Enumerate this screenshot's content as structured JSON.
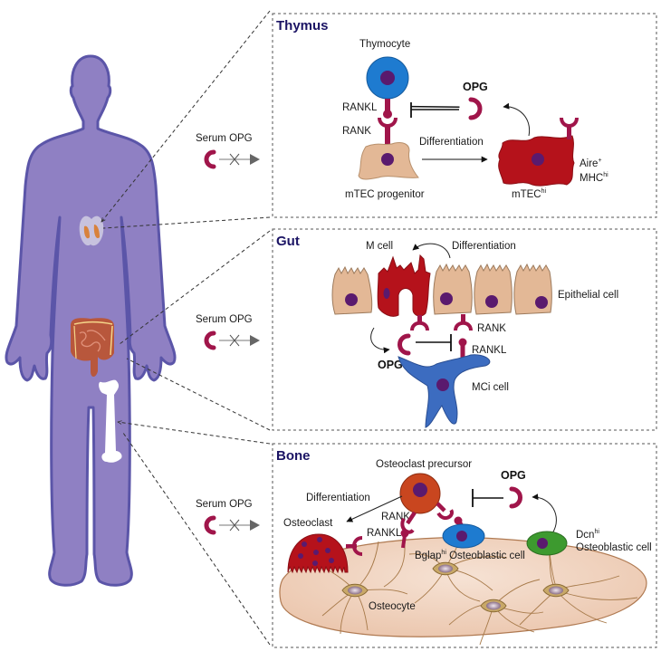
{
  "colors": {
    "body": "#8f80c3",
    "body_outline": "#5b55a8",
    "receptor": "#a0154a",
    "nucleus": "#5a1a6e",
    "epithelial": "#e3b896",
    "mtec_hi": "#b5121b",
    "thymocyte": "#1e7bd0",
    "mci_cell": "#3c6cc0",
    "osteoclast_precursor": "#c9461f",
    "bglap_cell": "#1e7bd0",
    "dcn_cell": "#3d9a2f",
    "bone_matrix": "#f0d3c0",
    "osteocyte_body": "#c8a868",
    "panel_title": "#1b1464"
  },
  "serum": [
    {
      "label": "Serum OPG",
      "blocked": true
    },
    {
      "label": "Serum OPG",
      "blocked": true
    },
    {
      "label": "Serum OPG",
      "blocked": true
    }
  ],
  "panels": {
    "thymus": {
      "title": "Thymus",
      "labels": {
        "thymocyte": "Thymocyte",
        "rankl": "RANKL",
        "rank": "RANK",
        "opg": "OPG",
        "differentiation": "Differentiation",
        "mtec_progenitor": "mTEC progenitor",
        "mtec_hi_base": "mTEC",
        "mtec_hi_sup": "hi",
        "aire_base": "Aire",
        "aire_sup": "+",
        "mhc_base": "MHC",
        "mhc_sup": "hi"
      }
    },
    "gut": {
      "title": "Gut",
      "labels": {
        "m_cell": "M cell",
        "differentiation": "Differentiation",
        "epithelial_cell": "Epithelial cell",
        "rank": "RANK",
        "rankl": "RANKL",
        "opg": "OPG",
        "mci_cell": "MCi cell"
      }
    },
    "bone": {
      "title": "Bone",
      "labels": {
        "osteoclast_precursor": "Osteoclast precursor",
        "opg": "OPG",
        "differentiation": "Differentiation",
        "osteoclast": "Osteoclast",
        "rank": "RANK",
        "rankl": "RANKL",
        "bglap_base": "Bglap",
        "bglap_sup": "hi",
        "bglap_rest": " Osteoblastic cell",
        "dcn_base": "Dcn",
        "dcn_sup": "hi",
        "dcn_line2": "Osteoblastic cell",
        "osteocyte": "Osteocyte"
      }
    }
  }
}
